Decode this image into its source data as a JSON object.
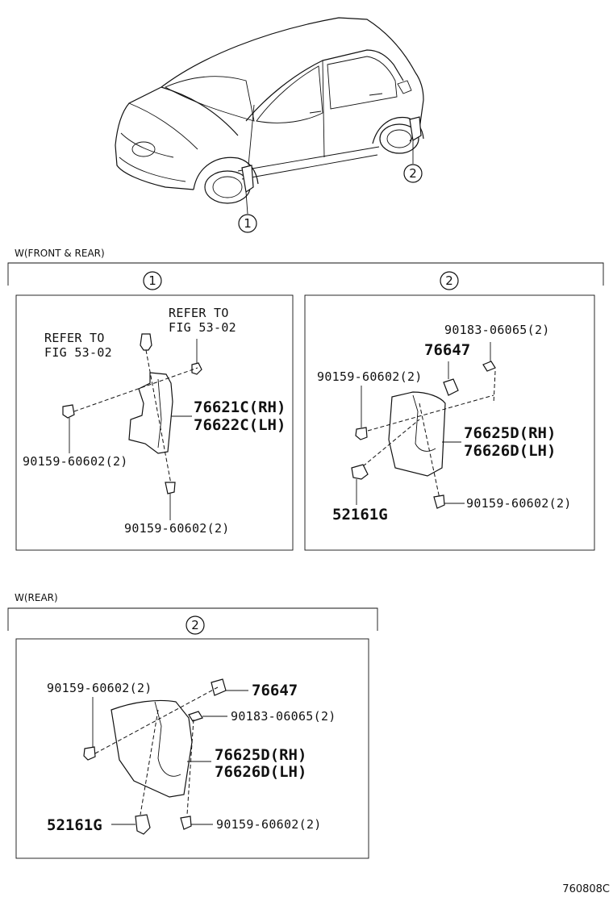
{
  "callouts": {
    "one": "1",
    "two": "2"
  },
  "variant_front_rear": {
    "header": "W(FRONT & REAR)",
    "panel1": {
      "refer1_line1": "REFER TO",
      "refer1_line2": "FIG 53-02",
      "refer2_line1": "REFER TO",
      "refer2_line2": "FIG 53-02",
      "flap_rh": "76621C(RH)",
      "flap_lh": "76622C(LH)",
      "screw_left": "90159-60602(2)",
      "screw_bottom": "90159-60602(2)"
    },
    "panel2": {
      "nut": "90183-06065(2)",
      "bracket": "76647",
      "screw_left": "90159-60602(2)",
      "flap_rh": "76625D(RH)",
      "flap_lh": "76626D(LH)",
      "clip": "52161G",
      "screw_right": "90159-60602(2)"
    }
  },
  "variant_rear": {
    "header": "W(REAR)",
    "panel": {
      "screw_top": "90159-60602(2)",
      "bracket": "76647",
      "nut": "90183-06065(2)",
      "flap_rh": "76625D(RH)",
      "flap_lh": "76626D(LH)",
      "clip": "52161G",
      "screw_bottom": "90159-60602(2)"
    }
  },
  "figure_code": "760808C"
}
